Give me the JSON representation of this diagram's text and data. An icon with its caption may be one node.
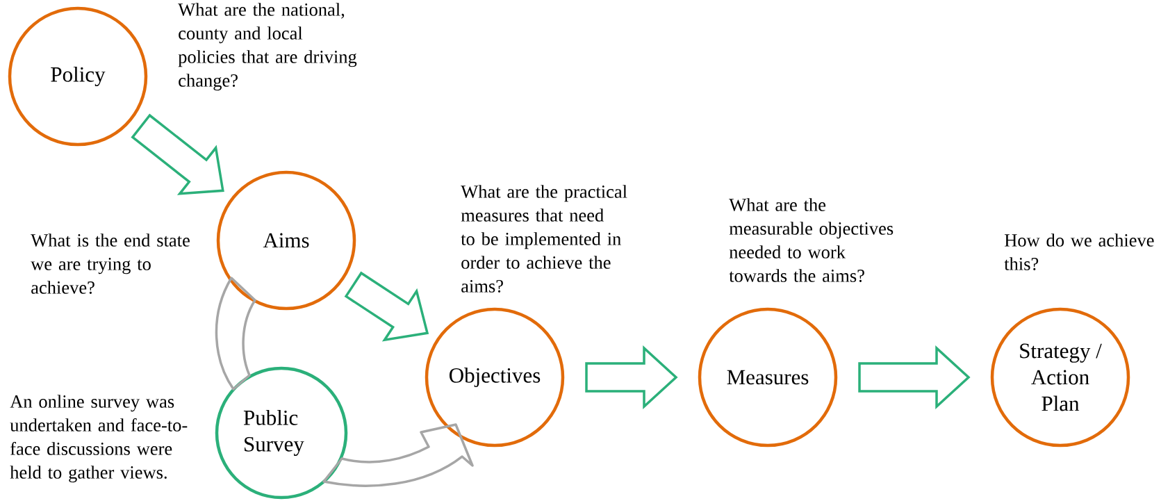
{
  "diagram": {
    "nodes": [
      {
        "text": [
          "Policy"
        ],
        "beside": [
          "What are the national, county and local policies that are driving change?"
        ]
      },
      {
        "text": [
          "Aims"
        ],
        "beside": [
          "What is the end state we are trying to achieve?"
        ]
      },
      {
        "text": [
          "Public Survey"
        ],
        "beside": [
          "An online survey was undertaken and face-to-face discussions were held to gather views."
        ]
      },
      {
        "text": [
          "Objectives"
        ],
        "beside": [
          "What are the practical measures that need to be implemented in order to achieve the aims?"
        ]
      },
      {
        "text": [
          "Measures"
        ],
        "beside": [
          "What are the measurable objectives needed to work towards the aims?"
        ]
      },
      {
        "text": [
          "Strategy / Action Plan"
        ],
        "beside": [
          "How do we achieve this?"
        ]
      }
    ],
    "edges": [
      {
        "from": 0,
        "to": 1,
        "arrow": "to"
      },
      {
        "from": 1,
        "to": 3,
        "arrow": "to"
      },
      {
        "from": 3,
        "to": 4,
        "arrow": "to"
      },
      {
        "from": 4,
        "to": 5,
        "arrow": "to"
      },
      {
        "from": 1,
        "to": 2,
        "arrow": "none",
        "color": "#a6a6a6"
      },
      {
        "from": 2,
        "to": 3,
        "arrow": "to",
        "color": "#a6a6a6"
      }
    ]
  }
}
